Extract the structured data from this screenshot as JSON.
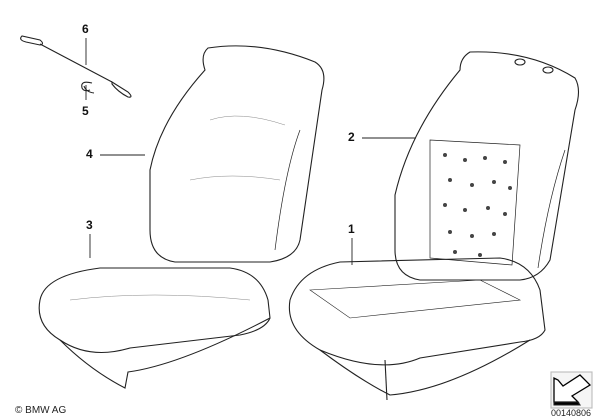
{
  "callouts": [
    {
      "number": "1",
      "part": "seat-cushion-foam-frame"
    },
    {
      "number": "2",
      "part": "backrest-foam-pad"
    },
    {
      "number": "3",
      "part": "seat-cushion-cover"
    },
    {
      "number": "4",
      "part": "backrest-cover"
    },
    {
      "number": "5",
      "part": "clip"
    },
    {
      "number": "6",
      "part": "wire"
    }
  ],
  "footer": {
    "copyright": "© BMW AG",
    "diagram_number": "00140806",
    "orientation_icon": "arrow-icon"
  }
}
